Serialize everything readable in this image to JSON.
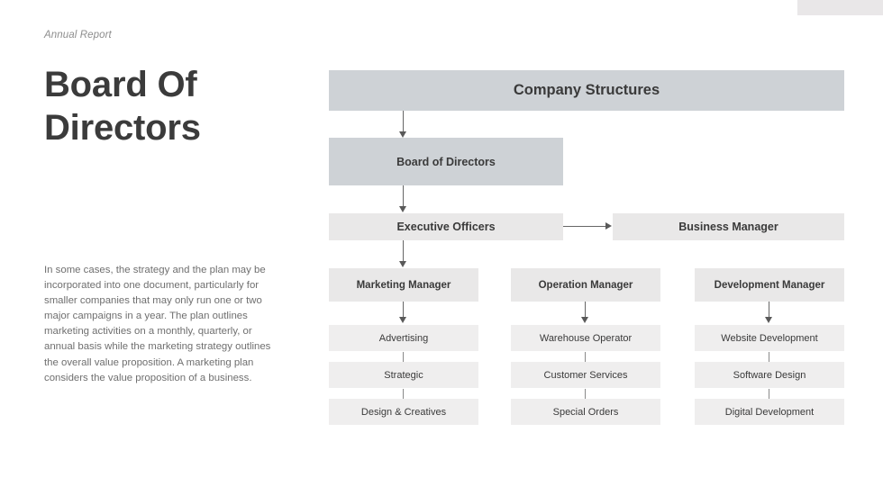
{
  "slide": {
    "eyebrow": "Annual Report",
    "title": "Board Of Directors",
    "body": "In some cases, the strategy and the plan may be incorporated into one document, particularly for smaller companies that may only run one or two major campaigns in a year. The plan outlines marketing activities on a monthly, quarterly, or annual basis while the marketing strategy outlines the overall value proposition. A marketing plan considers the value proposition of a business."
  },
  "colors": {
    "header_fill": "#ced2d6",
    "box_fill": "#e9e8e8",
    "sub_box_fill": "#efeeee",
    "text": "#3a3a3a",
    "body_text": "#6f6f6f",
    "connector": "#666666",
    "band": "#e9e7e8"
  },
  "chart_data": {
    "type": "diagram",
    "title": "Company Structures",
    "nodes": {
      "root": "Company Structures",
      "board": "Board of Directors",
      "executive": "Executive Officers",
      "business": "Business Manager"
    },
    "columns": [
      {
        "manager": "Marketing Manager",
        "items": [
          "Advertising",
          "Strategic",
          "Design & Creatives"
        ]
      },
      {
        "manager": "Operation Manager",
        "items": [
          "Warehouse Operator",
          "Customer Services",
          "Special Orders"
        ]
      },
      {
        "manager": "Development Manager",
        "items": [
          "Website Development",
          "Software Design",
          "Digital Development"
        ]
      }
    ],
    "edges": [
      {
        "from": "Company Structures",
        "to": "Board of Directors",
        "style": "arrow-down"
      },
      {
        "from": "Board of Directors",
        "to": "Executive Officers",
        "style": "arrow-down"
      },
      {
        "from": "Executive Officers",
        "to": "Business Manager",
        "style": "arrow-right"
      },
      {
        "from": "Executive Officers",
        "to": "Marketing Manager",
        "style": "arrow-down"
      },
      {
        "from": "Executive Officers",
        "to": "Operation Manager",
        "style": "arrow-down"
      },
      {
        "from": "Executive Officers",
        "to": "Development Manager",
        "style": "arrow-down"
      },
      {
        "from": "Marketing Manager",
        "to": "Advertising",
        "style": "arrow-down"
      },
      {
        "from": "Advertising",
        "to": "Strategic",
        "style": "tick"
      },
      {
        "from": "Strategic",
        "to": "Design & Creatives",
        "style": "tick"
      },
      {
        "from": "Operation Manager",
        "to": "Warehouse Operator",
        "style": "arrow-down"
      },
      {
        "from": "Warehouse Operator",
        "to": "Customer Services",
        "style": "tick"
      },
      {
        "from": "Customer Services",
        "to": "Special Orders",
        "style": "tick"
      },
      {
        "from": "Development Manager",
        "to": "Website Development",
        "style": "arrow-down"
      },
      {
        "from": "Website Development",
        "to": "Software Design",
        "style": "tick"
      },
      {
        "from": "Software Design",
        "to": "Digital Development",
        "style": "tick"
      }
    ]
  }
}
